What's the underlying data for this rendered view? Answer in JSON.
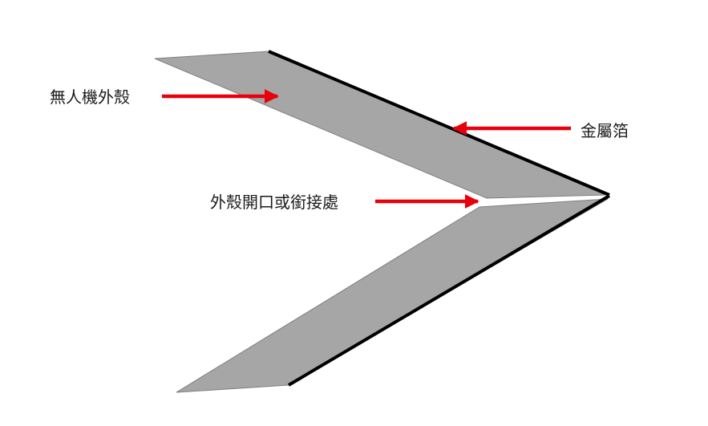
{
  "labels": {
    "shell": "無人機外殼",
    "foil": "金屬箔",
    "seam": "外殼開口或銜接處"
  },
  "colors": {
    "shell_fill": "#a6a6a6",
    "shell_stroke": "#7f7f7f",
    "foil": "#000000",
    "arrow": "#e8000b",
    "text": "#1a1a1a",
    "background": "#ffffff"
  }
}
